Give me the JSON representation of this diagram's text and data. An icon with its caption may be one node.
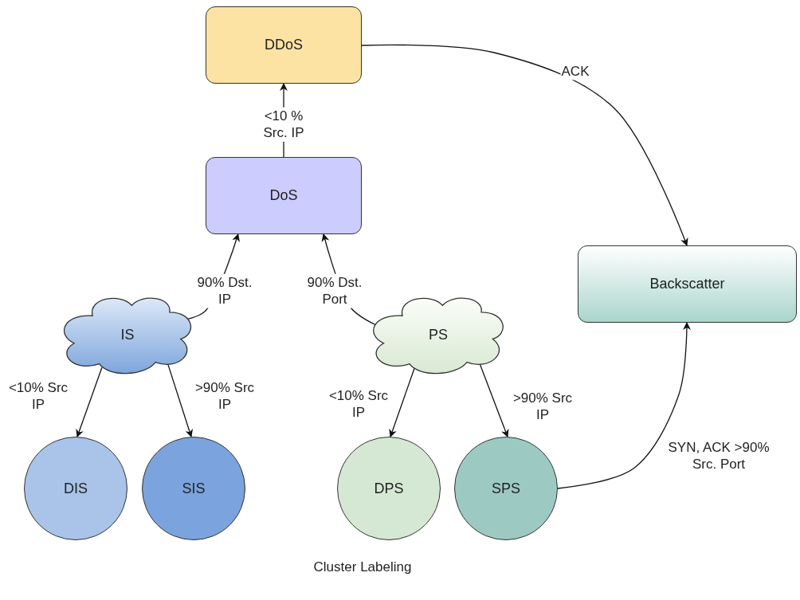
{
  "diagram": {
    "caption": "Cluster Labeling",
    "nodes": [
      {
        "text": [
          "DDoS"
        ]
      },
      {
        "text": [
          "DoS"
        ]
      },
      {
        "text": [
          "Backscatter"
        ]
      },
      {
        "text": [
          "IS"
        ]
      },
      {
        "text": [
          "PS"
        ]
      },
      {
        "text": [
          "DIS"
        ]
      },
      {
        "text": [
          "SIS"
        ]
      },
      {
        "text": [
          "DPS"
        ]
      },
      {
        "text": [
          "SPS"
        ]
      }
    ],
    "edges": [
      {
        "from": 1,
        "to": 0,
        "arrow": "to",
        "label": "<10 % Src. IP"
      },
      {
        "from": 0,
        "to": 2,
        "arrow": "to",
        "label": "ACK"
      },
      {
        "from": 3,
        "to": 1,
        "arrow": "to",
        "label": "90% Dst. IP"
      },
      {
        "from": 4,
        "to": 1,
        "arrow": "to",
        "label": "90% Dst. Port"
      },
      {
        "from": 3,
        "to": 5,
        "arrow": "to",
        "label": "<10% Src IP"
      },
      {
        "from": 3,
        "to": 6,
        "arrow": "to",
        "label": ">90% Src IP"
      },
      {
        "from": 4,
        "to": 7,
        "arrow": "to",
        "label": "<10% Src IP"
      },
      {
        "from": 4,
        "to": 8,
        "arrow": "to",
        "label": ">90% Src IP"
      },
      {
        "from": 8,
        "to": 2,
        "arrow": "to",
        "label": "SYN, ACK >90% Src. Port"
      }
    ]
  }
}
